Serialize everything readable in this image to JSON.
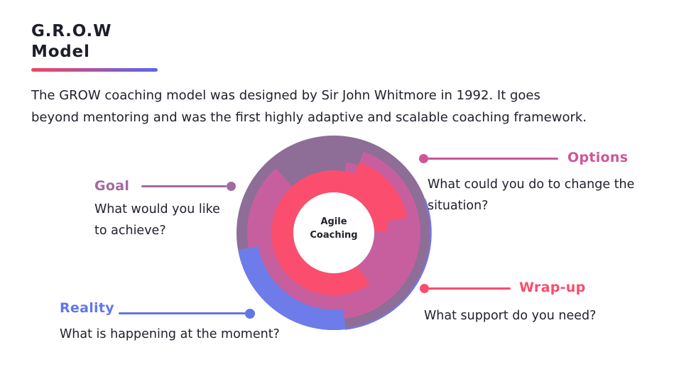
{
  "page": {
    "background": "#ffffff",
    "text_color": "#20222c"
  },
  "header": {
    "title_line1": "G.R.O.W",
    "title_line2": "Model",
    "underline_gradient_start": "#f4445f",
    "underline_gradient_end": "#5668ee"
  },
  "intro": {
    "text": "The GROW coaching model was designed by Sir John Whitmore in 1992. It goes beyond mentoring and was the first highly adaptive and scalable coaching framework."
  },
  "diagram": {
    "center_label_line1": "Agile",
    "center_label_line2": "Coaching",
    "colors": {
      "outer_ring": "#8e6d97",
      "middle_ring": "#c75f9f",
      "inner_ring": "#fb4e6e",
      "reality_arc": "#6d7ce9",
      "outer_edge": "#7577e6",
      "center_circle": "#ffffff"
    }
  },
  "callouts": [
    {
      "id": "goal",
      "label": "Goal",
      "question": "What would you like to achieve?",
      "color": "#a06ba0"
    },
    {
      "id": "options",
      "label": "Options",
      "question": "What could you do to change the situation?",
      "color": "#ce5697"
    },
    {
      "id": "reality",
      "label": "Reality",
      "question": "What is happening at the moment?",
      "color": "#6276e8"
    },
    {
      "id": "wrap_up",
      "label": "Wrap-up",
      "question": "What support do you need?",
      "color": "#fb4d6d"
    }
  ]
}
